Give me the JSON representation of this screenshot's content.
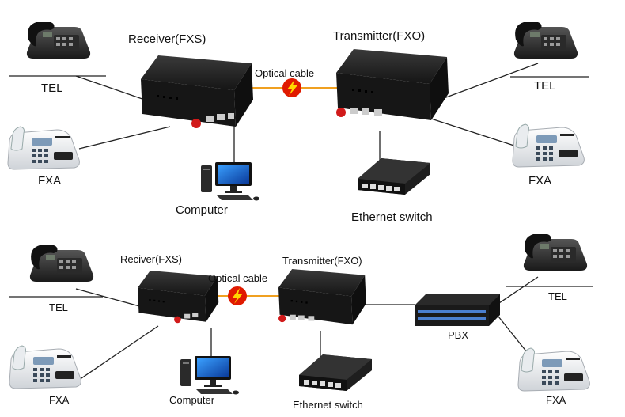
{
  "diagram_top": {
    "receiver_label": "Receiver(FXS)",
    "transmitter_label": "Transmitter(FXO)",
    "optical_label": "Optical cable",
    "tel_left": "TEL",
    "tel_right": "TEL",
    "fxa_left": "FXA",
    "fxa_right": "FXA",
    "computer_label": "Computer",
    "switch_label": "Ethernet switch"
  },
  "diagram_bottom": {
    "receiver_label": "Reciver(FXS)",
    "transmitter_label": "Transmitter(FXO)",
    "optical_label": "Optical cable",
    "tel_left": "TEL",
    "tel_right": "TEL",
    "fxa_left": "FXA",
    "fxa_right": "FXA",
    "computer_label": "Computer",
    "switch_label": "Ethernet switch",
    "pbx_label": "PBX"
  },
  "colors": {
    "optical_line": "#f0a020",
    "optical_bolt": "#e01a00",
    "device_body": "#1c1c1c",
    "fiber_port": "#d11a1a",
    "wire": "#222222"
  },
  "icons": [
    "telephone-icon",
    "fax-machine-icon",
    "computer-icon",
    "ethernet-switch-icon",
    "media-converter-icon",
    "pbx-icon",
    "lightning-icon"
  ]
}
